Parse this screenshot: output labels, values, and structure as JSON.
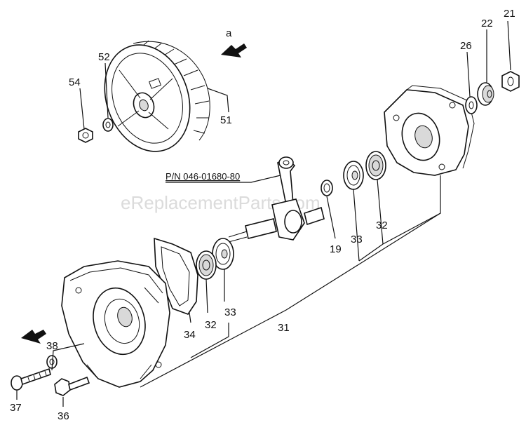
{
  "diagram": {
    "watermark": "eReplacementParts.com",
    "view_marker": "a",
    "part_number_callout": "P/N 046-01680-80",
    "labels": {
      "p21": "21",
      "p22": "22",
      "p26": "26",
      "p52": "52",
      "p54": "54",
      "p51": "51",
      "p19": "19",
      "p33_upper": "33",
      "p32_upper": "32",
      "p34": "34",
      "p32_lower": "32",
      "p33_lower": "33",
      "p31": "31",
      "p38": "38",
      "p37": "37",
      "p36": "36"
    }
  }
}
